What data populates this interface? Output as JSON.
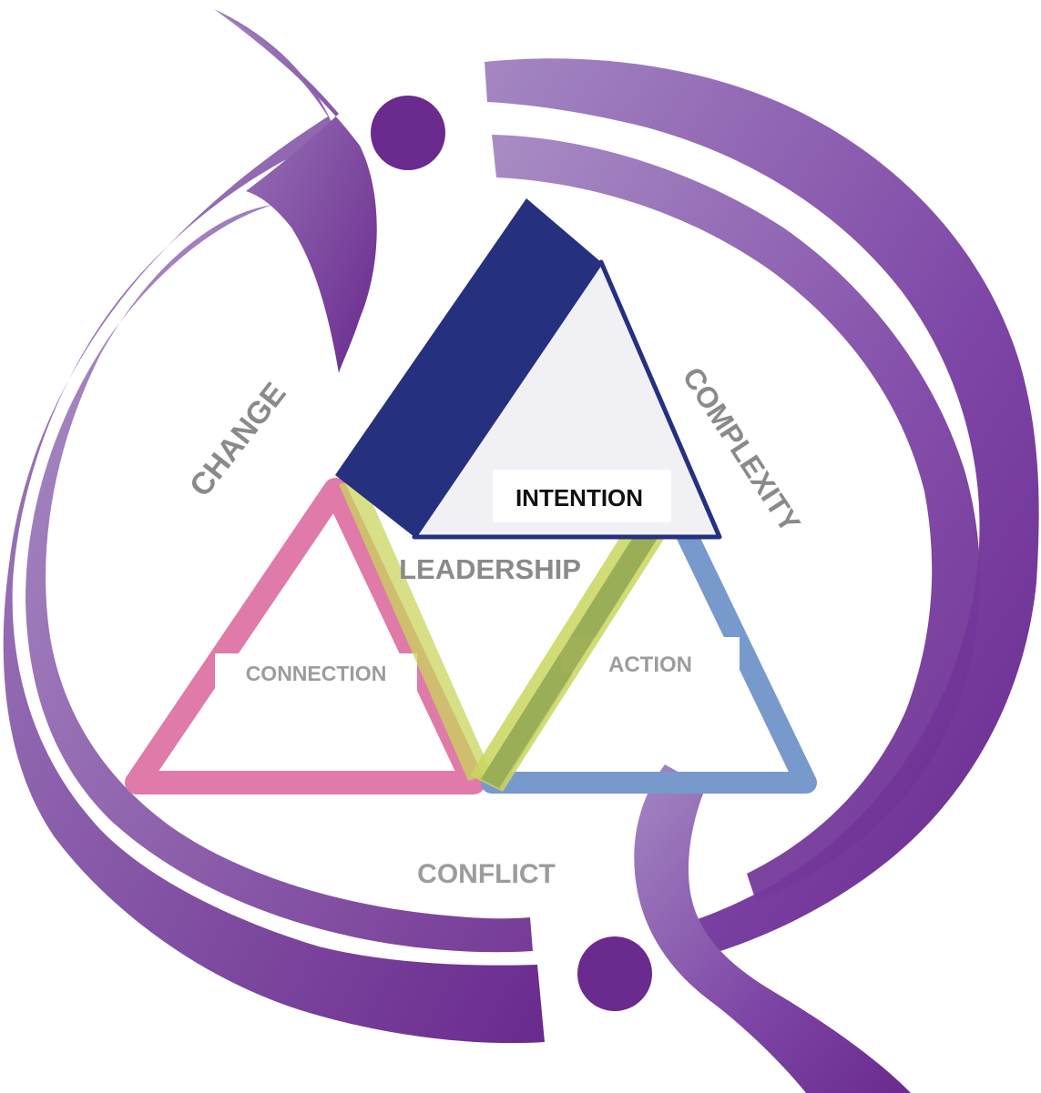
{
  "labels": {
    "change": "CHANGE",
    "complexity": "COMPLEXITY",
    "conflict": "CONFLICT",
    "leadership": "LEADERSHIP",
    "intention": "INTENTION",
    "connection": "CONNECTION",
    "action": "ACTION"
  },
  "colors": {
    "purple": "#7b3fa0",
    "purple_dark": "#6a2a8e",
    "purple_light": "#a487c2",
    "navy": "#25307f",
    "pink": "#e07aa8",
    "blue": "#7799cc",
    "yellow_green": "#c9d65e",
    "olive": "#8fa24f",
    "label_gray": "#8a8a8a",
    "label_light_gray": "#9c9c9c",
    "intention_text": "#111111"
  }
}
